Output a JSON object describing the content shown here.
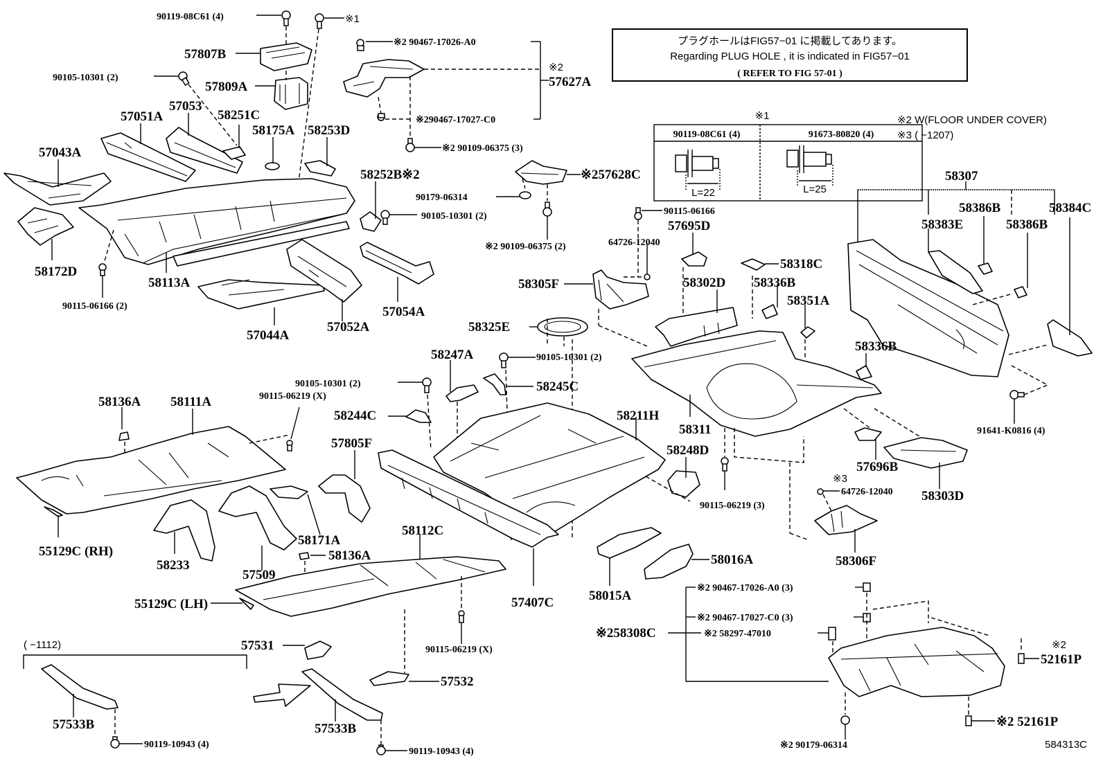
{
  "figure_id": "584313C",
  "notice": {
    "japanese": "プラグホールはFIG57−01 に掲載してあります。",
    "english": "Regarding  PLUG HOLE , it is indicated in FIG57−01",
    "refer": "( REFER TO FIG 57-01 )"
  },
  "footnotes": {
    "note1_mark": "※1",
    "note2": "※2 W(FLOOR UNDER COVER)",
    "note3": "※3 (       −1207)",
    "range_1112": "(       −1112)"
  },
  "fastener_table": {
    "mark": "※1",
    "columns": [
      {
        "part": "90119-08C61 (4)",
        "length": "L=22"
      },
      {
        "part": "91673-80820 (4)",
        "length": "L=25"
      }
    ]
  },
  "labels": {
    "l01": "90119-08C61 (4)",
    "l02": "※1",
    "l03": "57807B",
    "l04": "90105-10301 (2)",
    "l05": "57809A",
    "l06": "57053",
    "l07": "57051A",
    "l08": "58251C",
    "l09": "58175A",
    "l10": "58253D",
    "l11": "57043A",
    "l12": "58172D",
    "l13": "58113A",
    "l14": "90115-06166 (2)",
    "l15": "57044A",
    "l16": "57052A",
    "l17": "57054A",
    "l18": "58252B※2",
    "l19": "90179-06314",
    "l20": "90105-10301 (2)",
    "l21": "※2 90467-17026-A0",
    "l22": "※2",
    "l23": "57627A",
    "l24": "※290467-17027-C0",
    "l25": "※2 90109-06375 (3)",
    "l26": "※257628C",
    "l27": "※2 90109-06375 (2)",
    "l28": "90115-06166",
    "l29": "57695D",
    "l30": "64726-12040",
    "l31": "58305F",
    "l32": "58318C",
    "l33": "58302D",
    "l34": "58336B",
    "l35": "58351A",
    "l36": "58325E",
    "l37": "58307",
    "l38": "58386B",
    "l39": "58384C",
    "l40": "58383E",
    "l41": "58386B",
    "l42": "58336B",
    "l43": "58311",
    "l44": "91641-K0816 (4)",
    "l45": "57696B",
    "l46": "※3",
    "l47": "64726-12040",
    "l48": "58303D",
    "l49": "58306F",
    "l50": "58247A",
    "l51": "90105-10301 (2)",
    "l52": "90105-10301 (2)",
    "l53": "58245C",
    "l54": "90115-06219 (X)",
    "l55": "58244C",
    "l56": "58211H",
    "l57": "58248D",
    "l58": "90115-06219 (3)",
    "l59": "58136A",
    "l60": "58111A",
    "l61": "57805F",
    "l62": "55129C (RH)",
    "l63": "58233",
    "l64": "57509",
    "l65": "58171A",
    "l66": "58136A",
    "l67": "58112C",
    "l68": "57407C",
    "l69": "58015A",
    "l70": "58016A",
    "l71": "55129C (LH)",
    "l72": "90115-06219 (X)",
    "l73": "57531",
    "l74": "57532",
    "l75": "57533B",
    "l76": "57533B",
    "l77": "90119-10943 (4)",
    "l78": "90119-10943 (4)",
    "l79": "※2 90467-17026-A0 (3)",
    "l80": "※2 90467-17027-C0 (3)",
    "l81": "※258308C",
    "l82": "※2 58297-47010",
    "l83": "※2",
    "l84": "52161P",
    "l85": "※2 52161P",
    "l86": "※2 90179-06314"
  }
}
